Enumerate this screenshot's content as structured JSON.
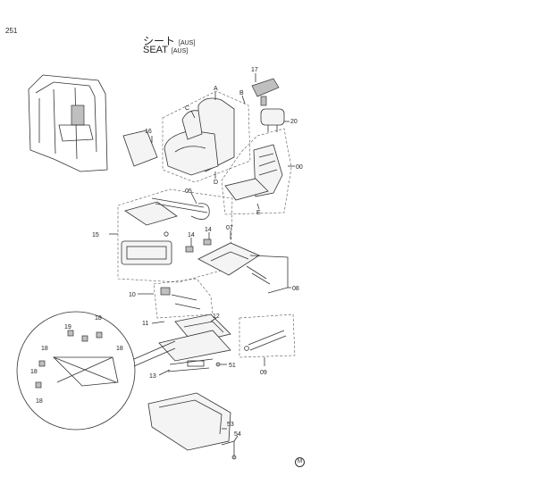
{
  "page_number": "251",
  "title_jp": "シート",
  "title_en": "SEAT",
  "region_tag": "[AUS]",
  "callouts": {
    "A": "A",
    "B": "B",
    "C": "C",
    "D": "D",
    "E": "E",
    "p00": "00",
    "p05": "05",
    "p07": "07",
    "p08": "08",
    "p09": "09",
    "p10": "10",
    "p11": "11",
    "p12": "12",
    "p13": "13",
    "p14": "14",
    "p15": "15",
    "p16": "16",
    "p17": "17",
    "p18": "18",
    "p19": "19",
    "p20": "20",
    "p51": "51",
    "p53": "53",
    "p54": "54"
  },
  "corner_mark": "M"
}
